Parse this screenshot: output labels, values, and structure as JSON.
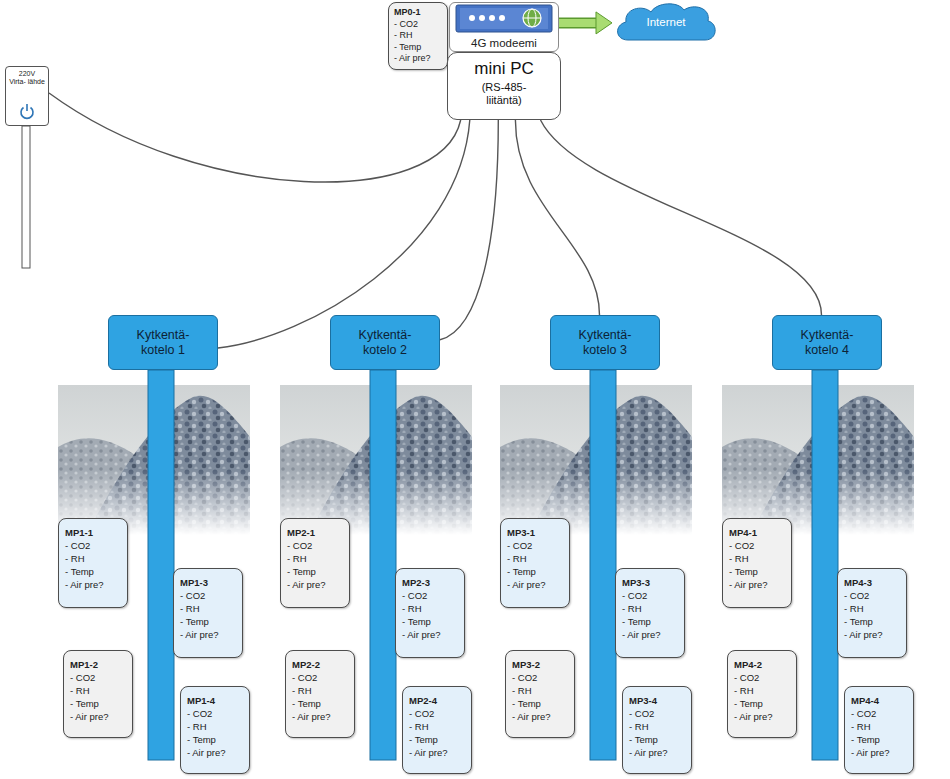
{
  "diagram": {
    "nodes": [
      {
        "text": [
          "MP0-1",
          "- CO2",
          "- RH",
          "- Temp",
          "- Air pre?"
        ]
      },
      {
        "text": [
          "4G modeemi"
        ]
      },
      {
        "text": [
          "Internet"
        ]
      },
      {
        "text": [
          "mini PC",
          "(RS-485- liitäntä)"
        ]
      },
      {
        "text": [
          "220V",
          "Virta- lähde"
        ]
      },
      {
        "text": [
          "Kytkentä- kotelo 1"
        ]
      },
      {
        "text": [
          "MP1-1",
          "- CO2",
          "- RH",
          "- Temp",
          "- Air pre?"
        ]
      },
      {
        "text": [
          "MP1-3",
          "- CO2",
          "- RH",
          "- Temp",
          "- Air pre?"
        ]
      },
      {
        "text": [
          "MP1-2",
          "- CO2",
          "- RH",
          "- Temp",
          "- Air pre?"
        ]
      },
      {
        "text": [
          "MP1-4",
          "- CO2",
          "- RH",
          "- Temp",
          "- Air pre?"
        ]
      },
      {
        "text": [
          "Kytkentä- kotelo 2"
        ]
      },
      {
        "text": [
          "MP2-1",
          "- CO2",
          "- RH",
          "- Temp",
          "- Air pre?"
        ]
      },
      {
        "text": [
          "MP2-3",
          "- CO2",
          "- RH",
          "- Temp",
          "- Air pre?"
        ]
      },
      {
        "text": [
          "MP2-2",
          "- CO2",
          "- RH",
          "- Temp",
          "- Air pre?"
        ]
      },
      {
        "text": [
          "MP2-4",
          "- CO2",
          "- RH",
          "- Temp",
          "- Air pre?"
        ]
      },
      {
        "text": [
          "Kytkentä- kotelo 3"
        ]
      },
      {
        "text": [
          "MP3-1",
          "- CO2",
          "- RH",
          "- Temp",
          "- Air pre?"
        ]
      },
      {
        "text": [
          "MP3-3",
          "- CO2",
          "- RH",
          "- Temp",
          "- Air pre?"
        ]
      },
      {
        "text": [
          "MP3-2",
          "- CO2",
          "- RH",
          "- Temp",
          "- Air pre?"
        ]
      },
      {
        "text": [
          "MP3-4",
          "- CO2",
          "- RH",
          "- Temp",
          "- Air pre?"
        ]
      },
      {
        "text": [
          "Kytkentä- kotelo 4"
        ]
      },
      {
        "text": [
          "MP4-1",
          "- CO2",
          "- RH",
          "- Temp",
          "- Air pre?"
        ]
      },
      {
        "text": [
          "MP4-3",
          "- CO2",
          "- RH",
          "- Temp",
          "- Air pre?"
        ]
      },
      {
        "text": [
          "MP4-2",
          "- CO2",
          "- RH",
          "- Temp",
          "- Air pre?"
        ]
      },
      {
        "text": [
          "MP4-4",
          "- CO2",
          "- RH",
          "- Temp",
          "- Air pre?"
        ]
      }
    ],
    "edges": [
      {
        "from": 1,
        "to": 2,
        "arrow": "to"
      },
      {
        "from": 3,
        "to": 4,
        "arrow": "none"
      },
      {
        "from": 3,
        "to": 5,
        "arrow": "none"
      },
      {
        "from": 3,
        "to": 10,
        "arrow": "none"
      },
      {
        "from": 3,
        "to": 15,
        "arrow": "none"
      },
      {
        "from": 3,
        "to": 20,
        "arrow": "none"
      }
    ]
  }
}
